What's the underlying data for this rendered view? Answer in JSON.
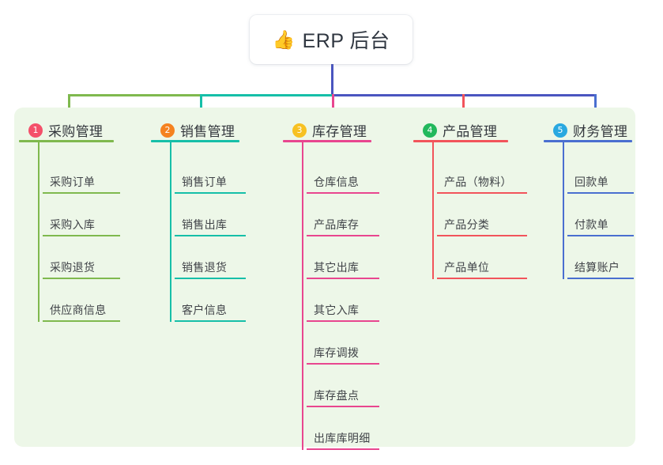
{
  "root": {
    "icon": "thumbs-up-icon",
    "emoji": "👍",
    "label": "ERP 后台"
  },
  "palette": {
    "panel_bg": "#edf7e8",
    "page_bg": "#ffffff",
    "root_edge": "#4a55c0",
    "bus_right": "#4a55c0"
  },
  "columns": [
    {
      "index": "1",
      "title": "采购管理",
      "badge_color": "#f4506a",
      "line_color": "#7fb94e",
      "items": [
        "采购订单",
        "采购入库",
        "采购退货",
        "供应商信息"
      ]
    },
    {
      "index": "2",
      "title": "销售管理",
      "badge_color": "#f58220",
      "line_color": "#16bfa8",
      "items": [
        "销售订单",
        "销售出库",
        "销售退货",
        "客户信息"
      ]
    },
    {
      "index": "3",
      "title": "库存管理",
      "badge_color": "#f7c122",
      "line_color": "#e8468f",
      "items": [
        "仓库信息",
        "产品库存",
        "其它出库",
        "其它入库",
        "库存调拨",
        "库存盘点",
        "出库库明细"
      ]
    },
    {
      "index": "4",
      "title": "产品管理",
      "badge_color": "#22b85c",
      "line_color": "#f2545b",
      "items": [
        "产品（物料）",
        "产品分类",
        "产品单位"
      ]
    },
    {
      "index": "5",
      "title": "财务管理",
      "badge_color": "#29a8e0",
      "line_color": "#4a6fd0",
      "items": [
        "回款单",
        "付款单",
        "结算账户"
      ]
    }
  ]
}
